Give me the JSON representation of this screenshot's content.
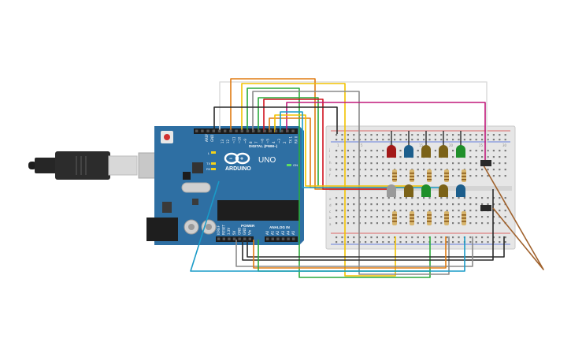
{
  "board": {
    "logo_text": "ARDUINO",
    "model": "UNO",
    "digital_label": "DIGITAL (PWM~)",
    "analog_label": "ANALOG IN",
    "power_label": "POWER",
    "tx_label": "TX",
    "rx_label": "RX",
    "l_label": "L",
    "on_label": "ON",
    "aref_label": "AREF",
    "gnd_label": "GND",
    "digital_pins": [
      "13",
      "12",
      "~11",
      "~10",
      "~9",
      "8",
      "7",
      "~6",
      "~5",
      "4",
      "~3",
      "2",
      "TX 1",
      "RX 0"
    ],
    "power_pins": [
      "IOREF",
      "RESET",
      "3.3V",
      "5V",
      "GND",
      "GND",
      "Vin"
    ],
    "analog_pins": [
      "A0",
      "A1",
      "A2",
      "A3",
      "A4",
      "A5"
    ]
  },
  "breadboard": {
    "row_letters_top": [
      "j",
      "i",
      "h",
      "g",
      "f"
    ],
    "row_letters_bottom": [
      "e",
      "d",
      "c",
      "b",
      "a"
    ],
    "column_numbers": [
      "1",
      "5",
      "10",
      "15",
      "20",
      "25",
      "30"
    ]
  },
  "colors": {
    "board_blue": "#2e6fa3",
    "wire_black": "#2a2a2a",
    "wire_orange": "#e07b12",
    "wire_yellow": "#f2c200",
    "wire_green": "#2aaa3a",
    "wire_red": "#d0121e",
    "wire_magenta": "#c0187a",
    "wire_gray": "#8a8a8a",
    "wire_white": "#dddddd",
    "wire_blue": "#1a9bc8",
    "wire_brown": "#a0622d"
  },
  "leds_top": [
    "red",
    "blue",
    "olive",
    "olive",
    "green"
  ],
  "leds_bottom": [
    "gray",
    "olive",
    "green",
    "olive",
    "blue"
  ]
}
